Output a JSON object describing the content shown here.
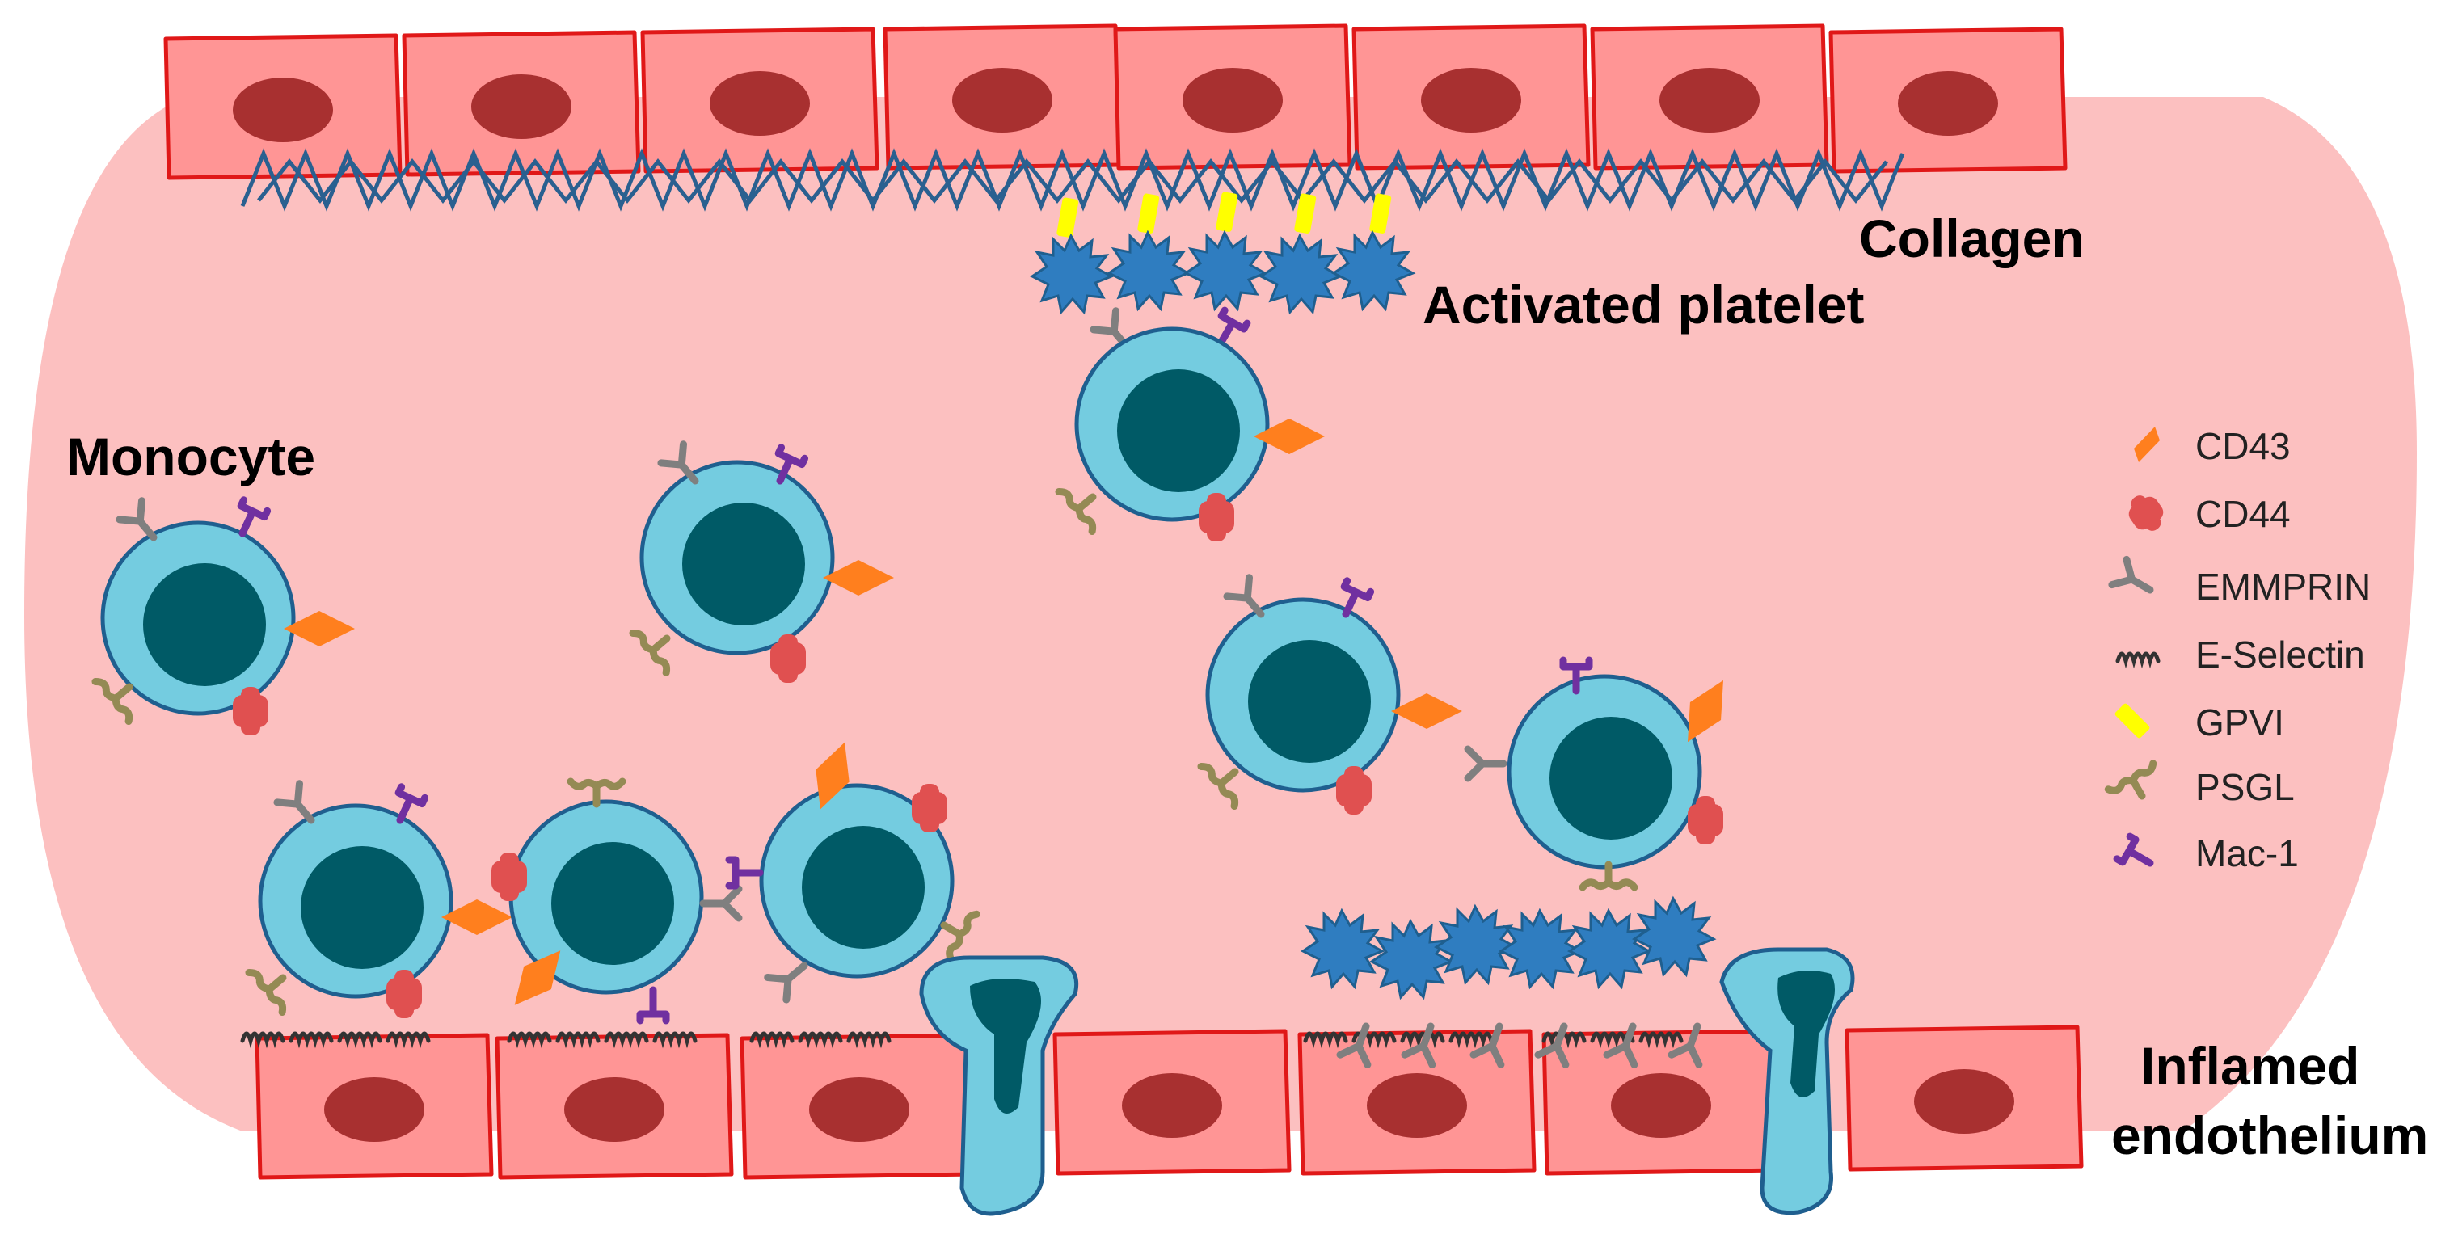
{
  "labels": {
    "collagen": "Collagen",
    "activated_platelet": "Activated platelet",
    "monocyte": "Monocyte",
    "inflamed_line1": "Inflamed",
    "inflamed_line2": "endothelium"
  },
  "legend": [
    {
      "label": "CD43",
      "icon": "diamond-icon",
      "color": "#FF7F1E"
    },
    {
      "label": "CD44",
      "icon": "clover-icon",
      "color": "#E05050"
    },
    {
      "label": "EMMPRIN",
      "icon": "y-receptor-icon",
      "color": "#7F7F7F"
    },
    {
      "label": "E-Selectin",
      "icon": "zigzag-icon",
      "color": "#333333"
    },
    {
      "label": "GPVI",
      "icon": "bar-icon",
      "color": "#FFFF00"
    },
    {
      "label": "PSGL",
      "icon": "wavy-y-icon",
      "color": "#948A54"
    },
    {
      "label": "Mac-1",
      "icon": "t-receptor-icon",
      "color": "#7030A0"
    }
  ],
  "colors": {
    "lumen": "#FCC0C0",
    "endothelial_fill": "#FF9595",
    "endothelial_stroke": "#E01818",
    "nucleus": "#A83030",
    "monocyte_fill": "#74CCE0",
    "monocyte_stroke": "#1F5F8F",
    "monocyte_nucleus": "#005A66",
    "platelet": "#2F7DC0",
    "collagen_fiber": "#2A6090"
  }
}
